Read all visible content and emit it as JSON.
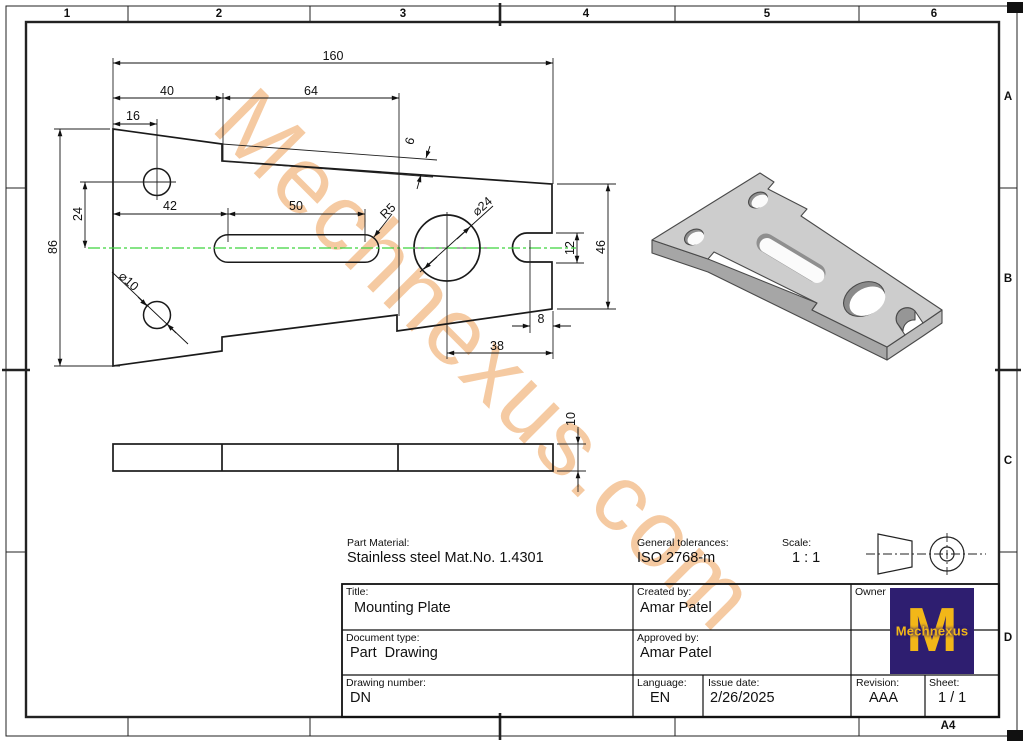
{
  "border": {
    "columns": [
      "1",
      "2",
      "3",
      "4",
      "5",
      "6"
    ],
    "rows": [
      "A",
      "B",
      "C",
      "D"
    ],
    "paper_size": "A4"
  },
  "watermark": "Mechnexus.com",
  "dimensions": {
    "total_width": "160",
    "upper_left_width": "40",
    "upper_mid_width": "64",
    "hole_offset_x": "16",
    "hole_offset_y": "24",
    "overall_height": "86",
    "slot_start": "42",
    "slot_length": "50",
    "slot_radius": "R5",
    "big_hole_diameter": "⌀24",
    "step_depth": "6",
    "side_slot_height": "12",
    "right_edge_height": "46",
    "tab_width": "8",
    "small_hole_diameter": "⌀10",
    "big_hole_from_right": "38",
    "plate_thickness": "10"
  },
  "title_block": {
    "part_material_label": "Part Material:",
    "part_material": "Stainless steel Mat.No. 1.4301",
    "general_tolerances_label": "General tolerances:",
    "general_tolerances": "ISO 2768-m",
    "scale_label": "Scale:",
    "scale": "1 : 1",
    "title_label": "Title:",
    "title": "Mounting Plate",
    "created_by_label": "Created by:",
    "created_by": "Amar Patel",
    "owner_label": "Owner",
    "document_type_label": "Document type:",
    "document_type": "Part  Drawing",
    "approved_by_label": "Approved by:",
    "approved_by": "Amar Patel",
    "drawing_number_label": "Drawing number:",
    "drawing_number": "DN",
    "language_label": "Language:",
    "language": "EN",
    "issue_date_label": "Issue date:",
    "issue_date": "2/26/2025",
    "revision_label": "Revision:",
    "revision": "AAA",
    "sheet_label": "Sheet:",
    "sheet": "1 / 1"
  },
  "logo": {
    "monogram": "M",
    "text": "Mechnexus",
    "background": "#2e1e70",
    "accent": "#f2b718"
  },
  "colors": {
    "centerline_green": "#3fd43f",
    "watermark": "#f3bd8b"
  }
}
